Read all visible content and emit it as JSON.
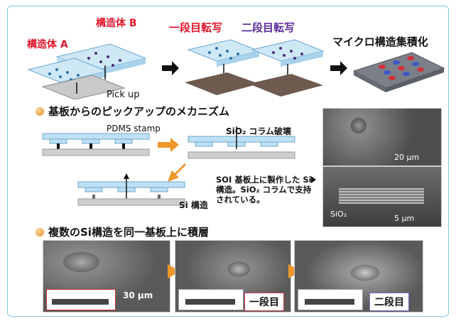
{
  "top": {
    "struct_a": "構造体 A",
    "struct_b": "構造体 B",
    "step1": "一段目転写",
    "step2": "二段目転写",
    "result": "マイクロ構造集積化",
    "pickup": "Pick up"
  },
  "mechanism": {
    "title": "基板からのピックアップのメカニズム",
    "pdms": "PDMS stamp",
    "sio2_break": "SiO₂ コラム破壊",
    "si_struct": "Si 構造",
    "soi_note": "SOI 基板上に製作した Si 構造。SiO₂ コラムで支持されている。",
    "sem_scale_top": "20 μm",
    "sem_scale_bottom": "5 μm",
    "sem_sio2": "SiO₂"
  },
  "stack": {
    "title": "複数のSi構造を同一基板上に積層",
    "scale": "30 μm",
    "first": "一段目",
    "second": "二段目"
  },
  "colors": {
    "accent_red": "#e0152a",
    "accent_purple": "#5a2f9a",
    "arrow_orange": "#f0962a",
    "frame_blue": "#7fc6e8"
  }
}
